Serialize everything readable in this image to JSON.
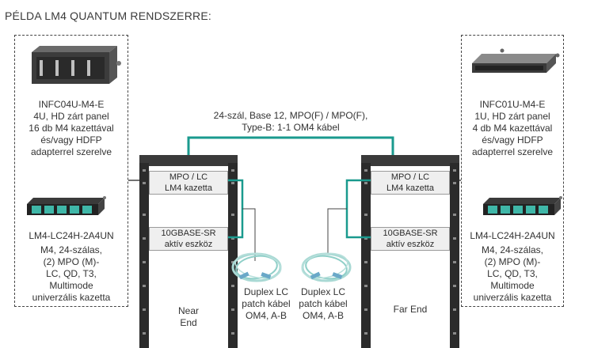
{
  "title": "PÉLDA LM4 QUANTUM RENDSZERRE:",
  "cable_label": [
    "24-szál, Base 12, MPO(F) / MPO(F),",
    "Type-B: 1-1 OM4 kábel"
  ],
  "left_panel": {
    "part": "INFC04U-M4-E",
    "desc": [
      "4U, HD zárt panel",
      "16 db M4 kazettával",
      "és/vagy HDFP",
      "adapterrel szerelve"
    ]
  },
  "right_panel": {
    "part": "INFC01U-M4-E",
    "desc": [
      "1U, HD zárt panel",
      "4 db M4 kazettával",
      "és/vagy HDFP",
      "adapterrel szerelve"
    ]
  },
  "left_cassette": {
    "part": "LM4-LC24H-2A4UN",
    "desc": [
      "M4, 24-szálas,",
      "(2) MPO (M)-",
      "LC, QD, T3,",
      "Multimode",
      "univerzális kazetta"
    ]
  },
  "right_cassette": {
    "part": "LM4-LC24H-2A4UN",
    "desc": [
      "M4, 24-szálas,",
      "(2) MPO (M)-",
      "LC, QD, T3,",
      "Multimode",
      "univerzális kazetta"
    ]
  },
  "rack_left": {
    "cassette_label": [
      "MPO / LC",
      "LM4 kazetta"
    ],
    "active_label": [
      "10GBASE-SR",
      "aktív eszköz"
    ],
    "end": [
      "Near",
      "End"
    ]
  },
  "rack_right": {
    "cassette_label": [
      "MPO / LC",
      "LM4 kazetta"
    ],
    "active_label": [
      "10GBASE-SR",
      "aktív eszköz"
    ],
    "end": [
      "Far End"
    ]
  },
  "patch_left": [
    "Duplex LC",
    "patch kábel",
    "OM4, A-B"
  ],
  "patch_right": [
    "Duplex LC",
    "patch kábel",
    "OM4, A-B"
  ],
  "colors": {
    "teal": "#1a9a8e",
    "rack": "#2b2b2b",
    "dash": "#444444"
  }
}
